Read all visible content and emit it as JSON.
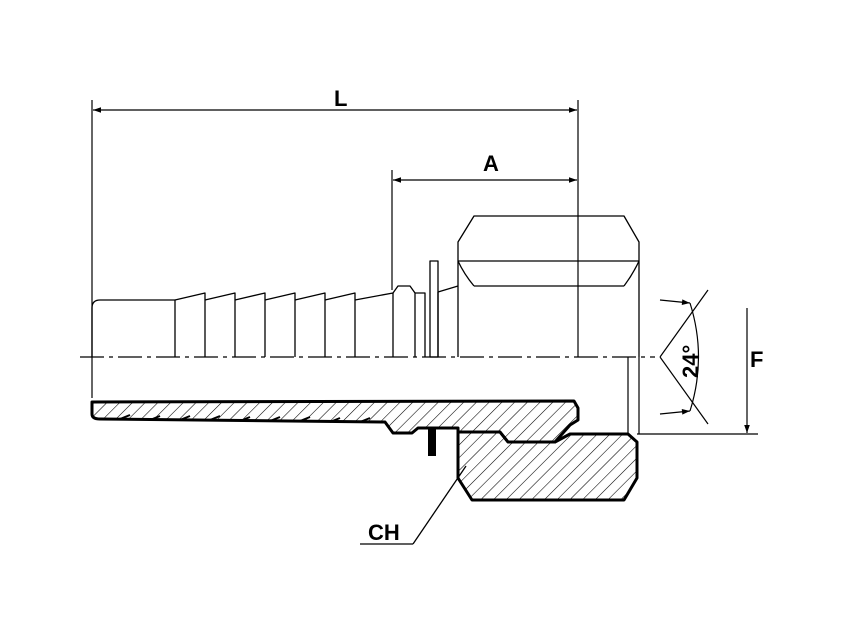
{
  "drawing": {
    "labels": {
      "length": "L",
      "a_dim": "A",
      "thread": "F",
      "angle": "24°",
      "hex": "CH"
    },
    "colors": {
      "line": "#000000",
      "background": "#ffffff"
    }
  }
}
